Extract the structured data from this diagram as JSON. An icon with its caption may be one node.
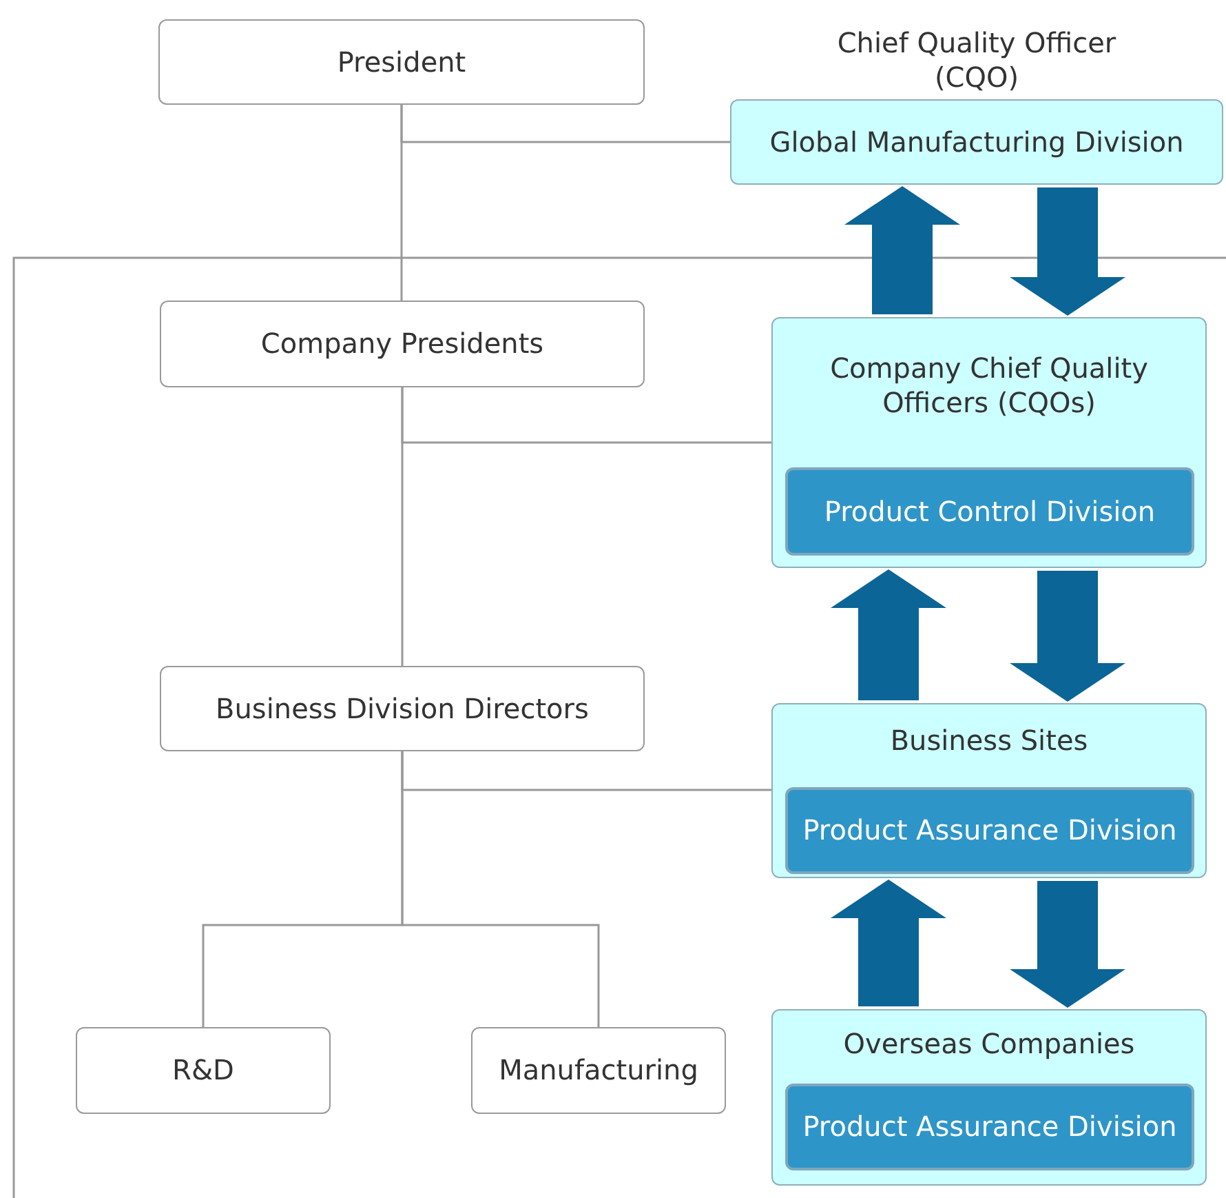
{
  "diagram": {
    "nodes": [
      {
        "text": [
          "President"
        ]
      },
      {
        "text": [
          "Chief Quality Officer (CQO)",
          "Global Manufacturing Division"
        ]
      },
      {
        "text": [
          "Company Presidents"
        ]
      },
      {
        "text": [
          "Company Chief Quality Officers (CQOs)"
        ]
      },
      {
        "text": [
          "Product Control Division"
        ],
        "in": 3
      },
      {
        "text": [
          "Business Division Directors"
        ]
      },
      {
        "text": [
          "Business Sites"
        ]
      },
      {
        "text": [
          "Product Assurance Division"
        ],
        "in": 6
      },
      {
        "text": [
          "R&D"
        ]
      },
      {
        "text": [
          "Manufacturing"
        ]
      },
      {
        "text": [
          "Overseas Companies"
        ]
      },
      {
        "text": [
          "Product Assurance Division"
        ],
        "in": 10
      }
    ],
    "edges": [
      {
        "from": 0,
        "to": 2,
        "arrow": "none"
      },
      {
        "from": 0,
        "to": 1,
        "arrow": "none"
      },
      {
        "from": 2,
        "to": 5,
        "arrow": "none"
      },
      {
        "from": 2,
        "to": 3,
        "arrow": "none"
      },
      {
        "from": 5,
        "to": 6,
        "arrow": "none"
      },
      {
        "from": 5,
        "to": 8,
        "arrow": "none"
      },
      {
        "from": 5,
        "to": 9,
        "arrow": "none"
      },
      {
        "from": 3,
        "to": 1,
        "arrow": "to",
        "style": "thick",
        "color": "#0b6596"
      },
      {
        "from": 1,
        "to": 3,
        "arrow": "to",
        "style": "thick",
        "color": "#0b6596"
      },
      {
        "from": 6,
        "to": 3,
        "arrow": "to",
        "style": "thick",
        "color": "#0b6596"
      },
      {
        "from": 3,
        "to": 6,
        "arrow": "to",
        "style": "thick",
        "color": "#0b6596"
      },
      {
        "from": 10,
        "to": 6,
        "arrow": "to",
        "style": "thick",
        "color": "#0b6596"
      },
      {
        "from": 6,
        "to": 10,
        "arrow": "to",
        "style": "thick",
        "color": "#0b6596"
      }
    ]
  }
}
